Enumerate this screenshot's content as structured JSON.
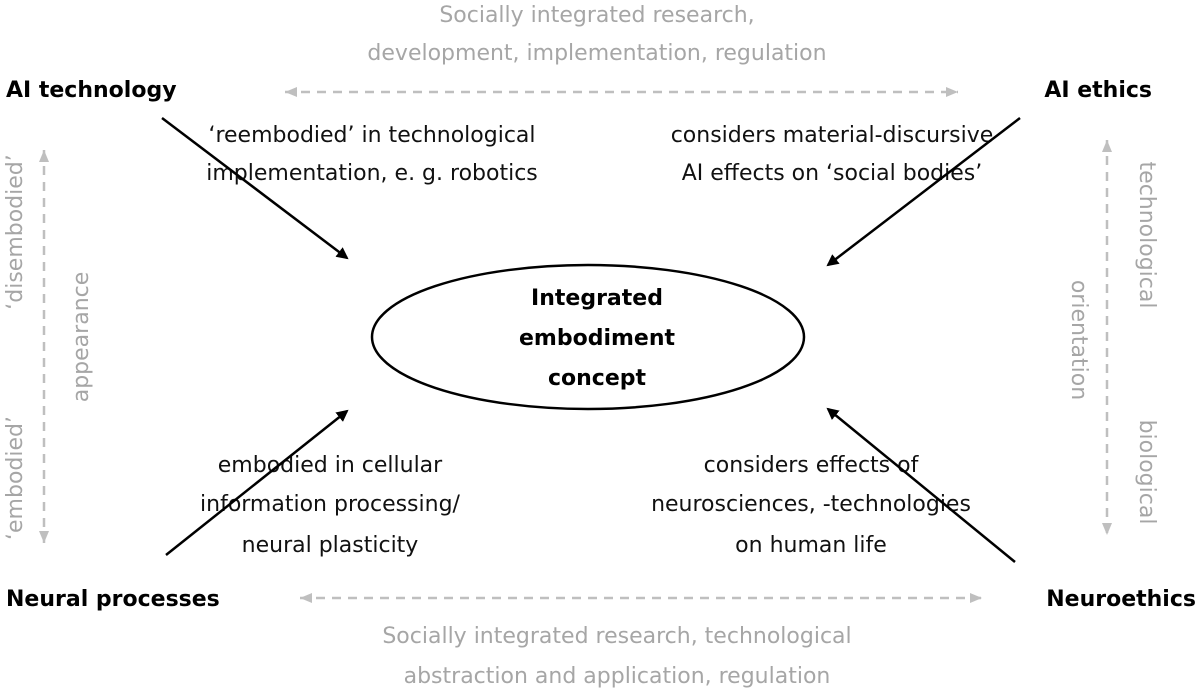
{
  "corners": {
    "top_left": "AI technology",
    "top_right": "AI ethics",
    "bottom_left": "Neural processes",
    "bottom_right": "Neuroethics"
  },
  "center": {
    "line1": "Integrated",
    "line2": "embodiment",
    "line3": "concept"
  },
  "descriptions": {
    "top_left": [
      "‘reembodied’ in technological",
      "implementation, e. g. robotics"
    ],
    "top_right": [
      "considers material-discursive",
      "AI effects on ‘social bodies’"
    ],
    "bottom_left": [
      "embodied in cellular",
      "information processing/",
      "neural plasticity"
    ],
    "bottom_right": [
      "considers effects of",
      "neurosciences, -technologies",
      "on human life"
    ]
  },
  "top_band": [
    "Socially integrated research,",
    "development, implementation, regulation"
  ],
  "bottom_band": [
    "Socially integrated research, technological",
    "abstraction and application, regulation"
  ],
  "left_axis": {
    "top": "‘disembodied’",
    "bottom": "‘embodied’",
    "label": "appearance"
  },
  "right_axis": {
    "top": "technological",
    "bottom": "biological",
    "label": "orientation"
  },
  "colors": {
    "text": "#000000",
    "muted": "#a6a6a6",
    "arrow": "#000000",
    "dashed": "#bfbfbf"
  }
}
